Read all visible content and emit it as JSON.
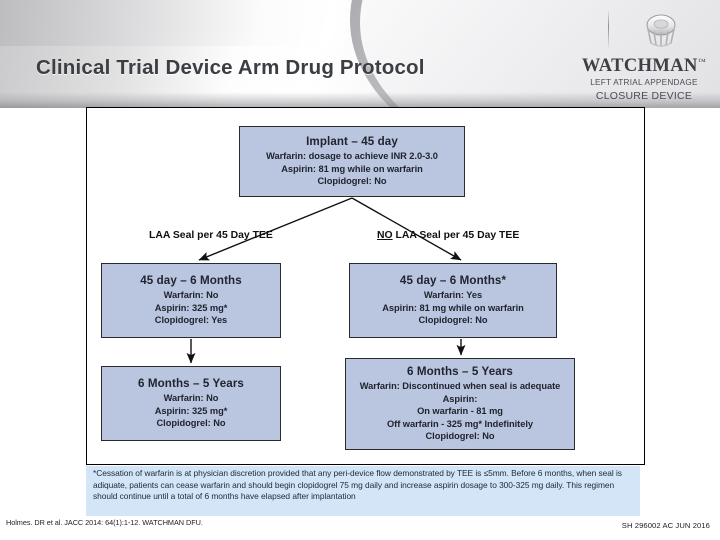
{
  "header": {
    "title": "Clinical Trial Device Arm Drug Protocol",
    "brand": {
      "name": "WATCHMAN",
      "tm": "™",
      "sub1": "LEFT ATRIAL APPENDAGE",
      "sub2": "CLOSURE DEVICE",
      "mark_icon": "watchman-device-icon"
    }
  },
  "diagram": {
    "nodes": {
      "implant": {
        "title": "Implant – 45 day",
        "lines": [
          "Warfarin: dosage to achieve INR 2.0-3.0",
          "Aspirin: 81 mg while on warfarin",
          "Clopidogrel: No"
        ]
      },
      "left_mid": {
        "title": "45 day – 6 Months",
        "lines": [
          "Warfarin: No",
          "Aspirin: 325 mg*",
          "Clopidogrel: Yes"
        ]
      },
      "right_mid": {
        "title": "45 day – 6 Months*",
        "lines": [
          "Warfarin: Yes",
          "Aspirin: 81 mg while on warfarin",
          "Clopidogrel: No"
        ]
      },
      "left_bottom": {
        "title": "6 Months – 5 Years",
        "lines": [
          "Warfarin: No",
          "Aspirin: 325 mg*",
          "Clopidogrel: No"
        ]
      },
      "right_bottom": {
        "title": "6 Months – 5 Years",
        "lines": [
          "Warfarin: Discontinued when seal is adequate",
          "Aspirin:",
          "On warfarin - 81 mg",
          "Off warfarin - 325 mg* Indefinitely",
          "Clopidogrel: No"
        ]
      }
    },
    "branch_labels": {
      "left": "LAA Seal per 45 Day TEE",
      "right_prefix": "NO",
      "right_rest": " LAA Seal per 45 Day TEE"
    },
    "box_fill_color": "#bac6e0",
    "box_border_color": "#2b2b2b"
  },
  "footnote": {
    "text": "*Cessation of warfarin is at physician discretion provided that any peri-device flow demonstrated by TEE is ≤5mm. Before 6 months, when seal is adiquate, patients can cease warfarin and should begin clopidogrel 75 mg daily and increase aspirin dosage to 300-325 mg daily.  This regimen should continue until a total of 6 months have elapsed after implantation",
    "background_color": "#d4e5f7"
  },
  "citation": "Holmes. DR et al. JACC 2014: 64(1):1-12. WATCHMAN DFU.",
  "doc_code": "SH 296002 AC JUN 2016"
}
